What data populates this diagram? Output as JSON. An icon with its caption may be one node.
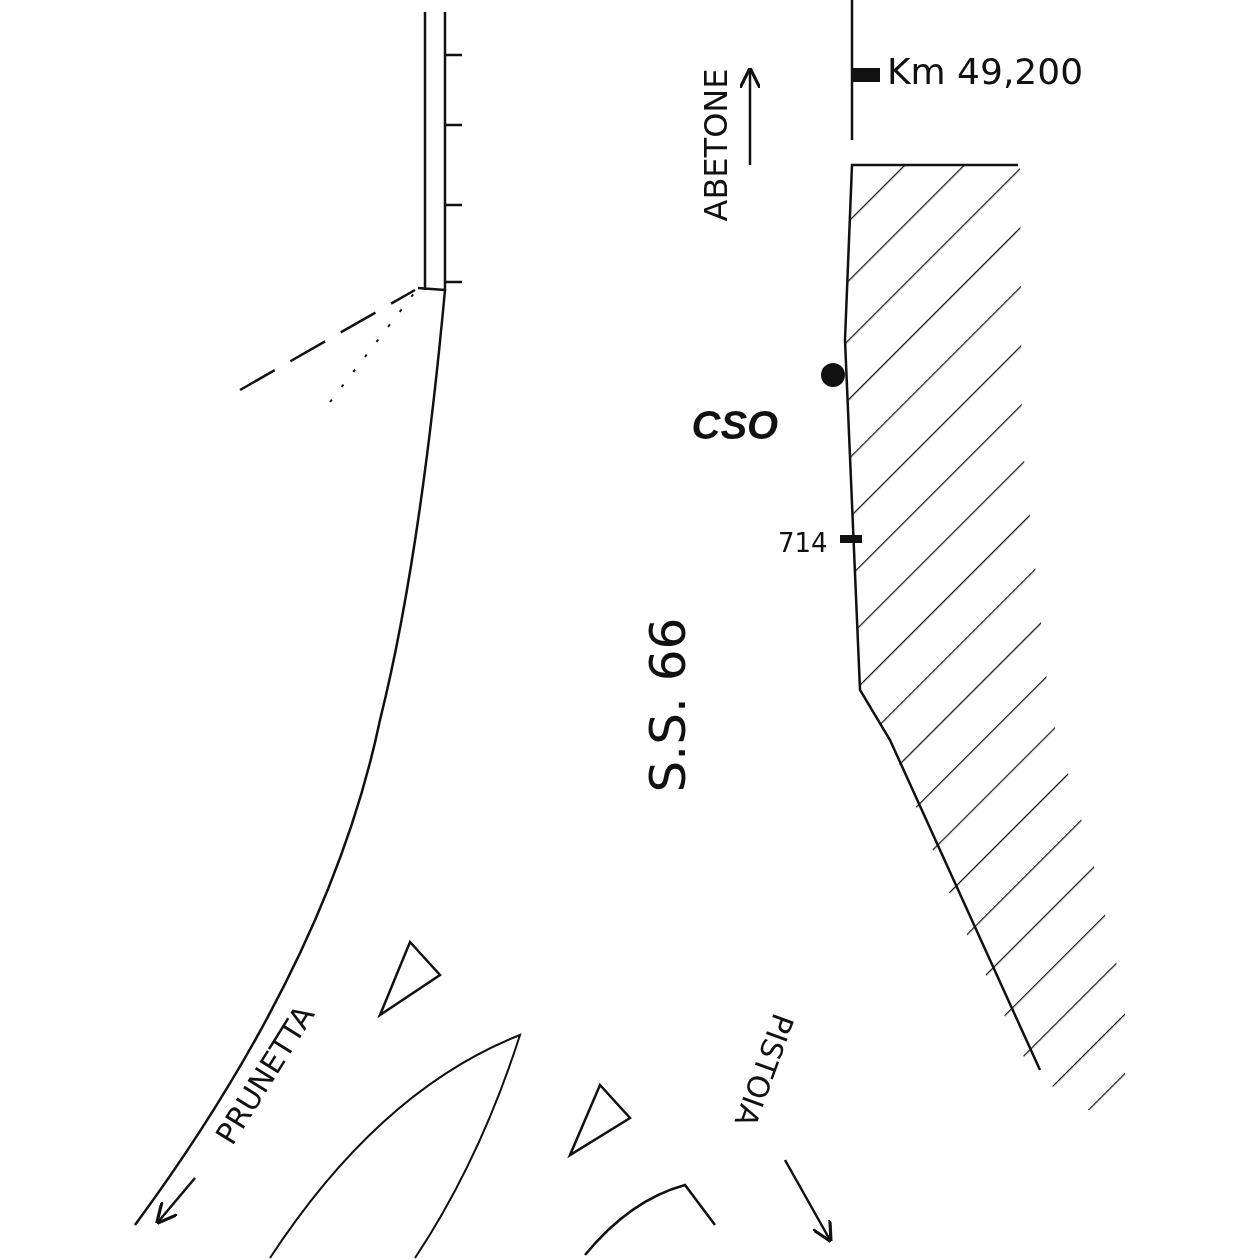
{
  "diagram": {
    "labels": [
      "Km 49,200",
      "ABETONE",
      "CSO",
      "714",
      "S.S. 66",
      "PRUNETTA",
      "PISTOIA"
    ]
  }
}
